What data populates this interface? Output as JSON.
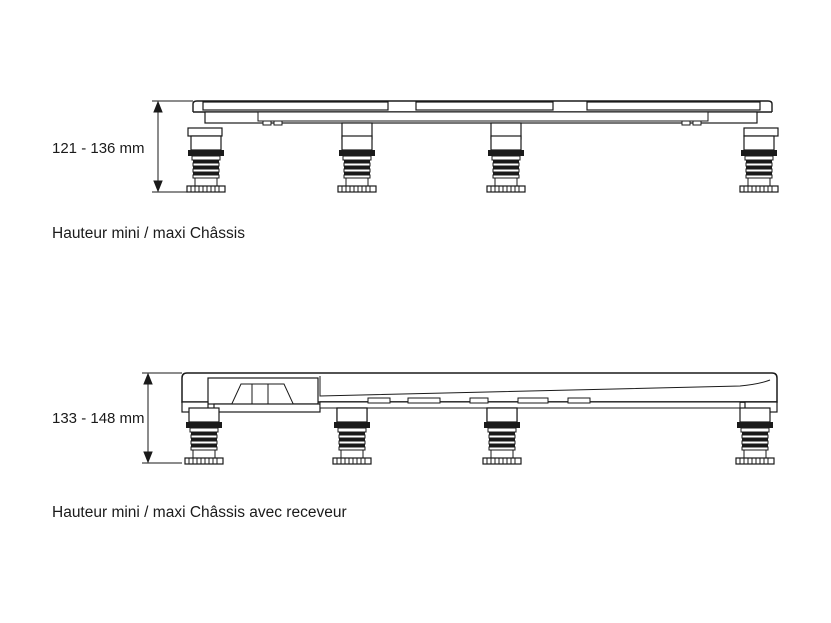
{
  "diagram_1": {
    "dimension": "121 - 136 mm",
    "caption": "Hauteur mini / maxi Châssis"
  },
  "diagram_2": {
    "dimension": "133 - 148 mm",
    "caption": "Hauteur mini / maxi Châssis avec receveur"
  },
  "colors": {
    "line": "#1a1a1a",
    "fill": "#ffffff"
  }
}
